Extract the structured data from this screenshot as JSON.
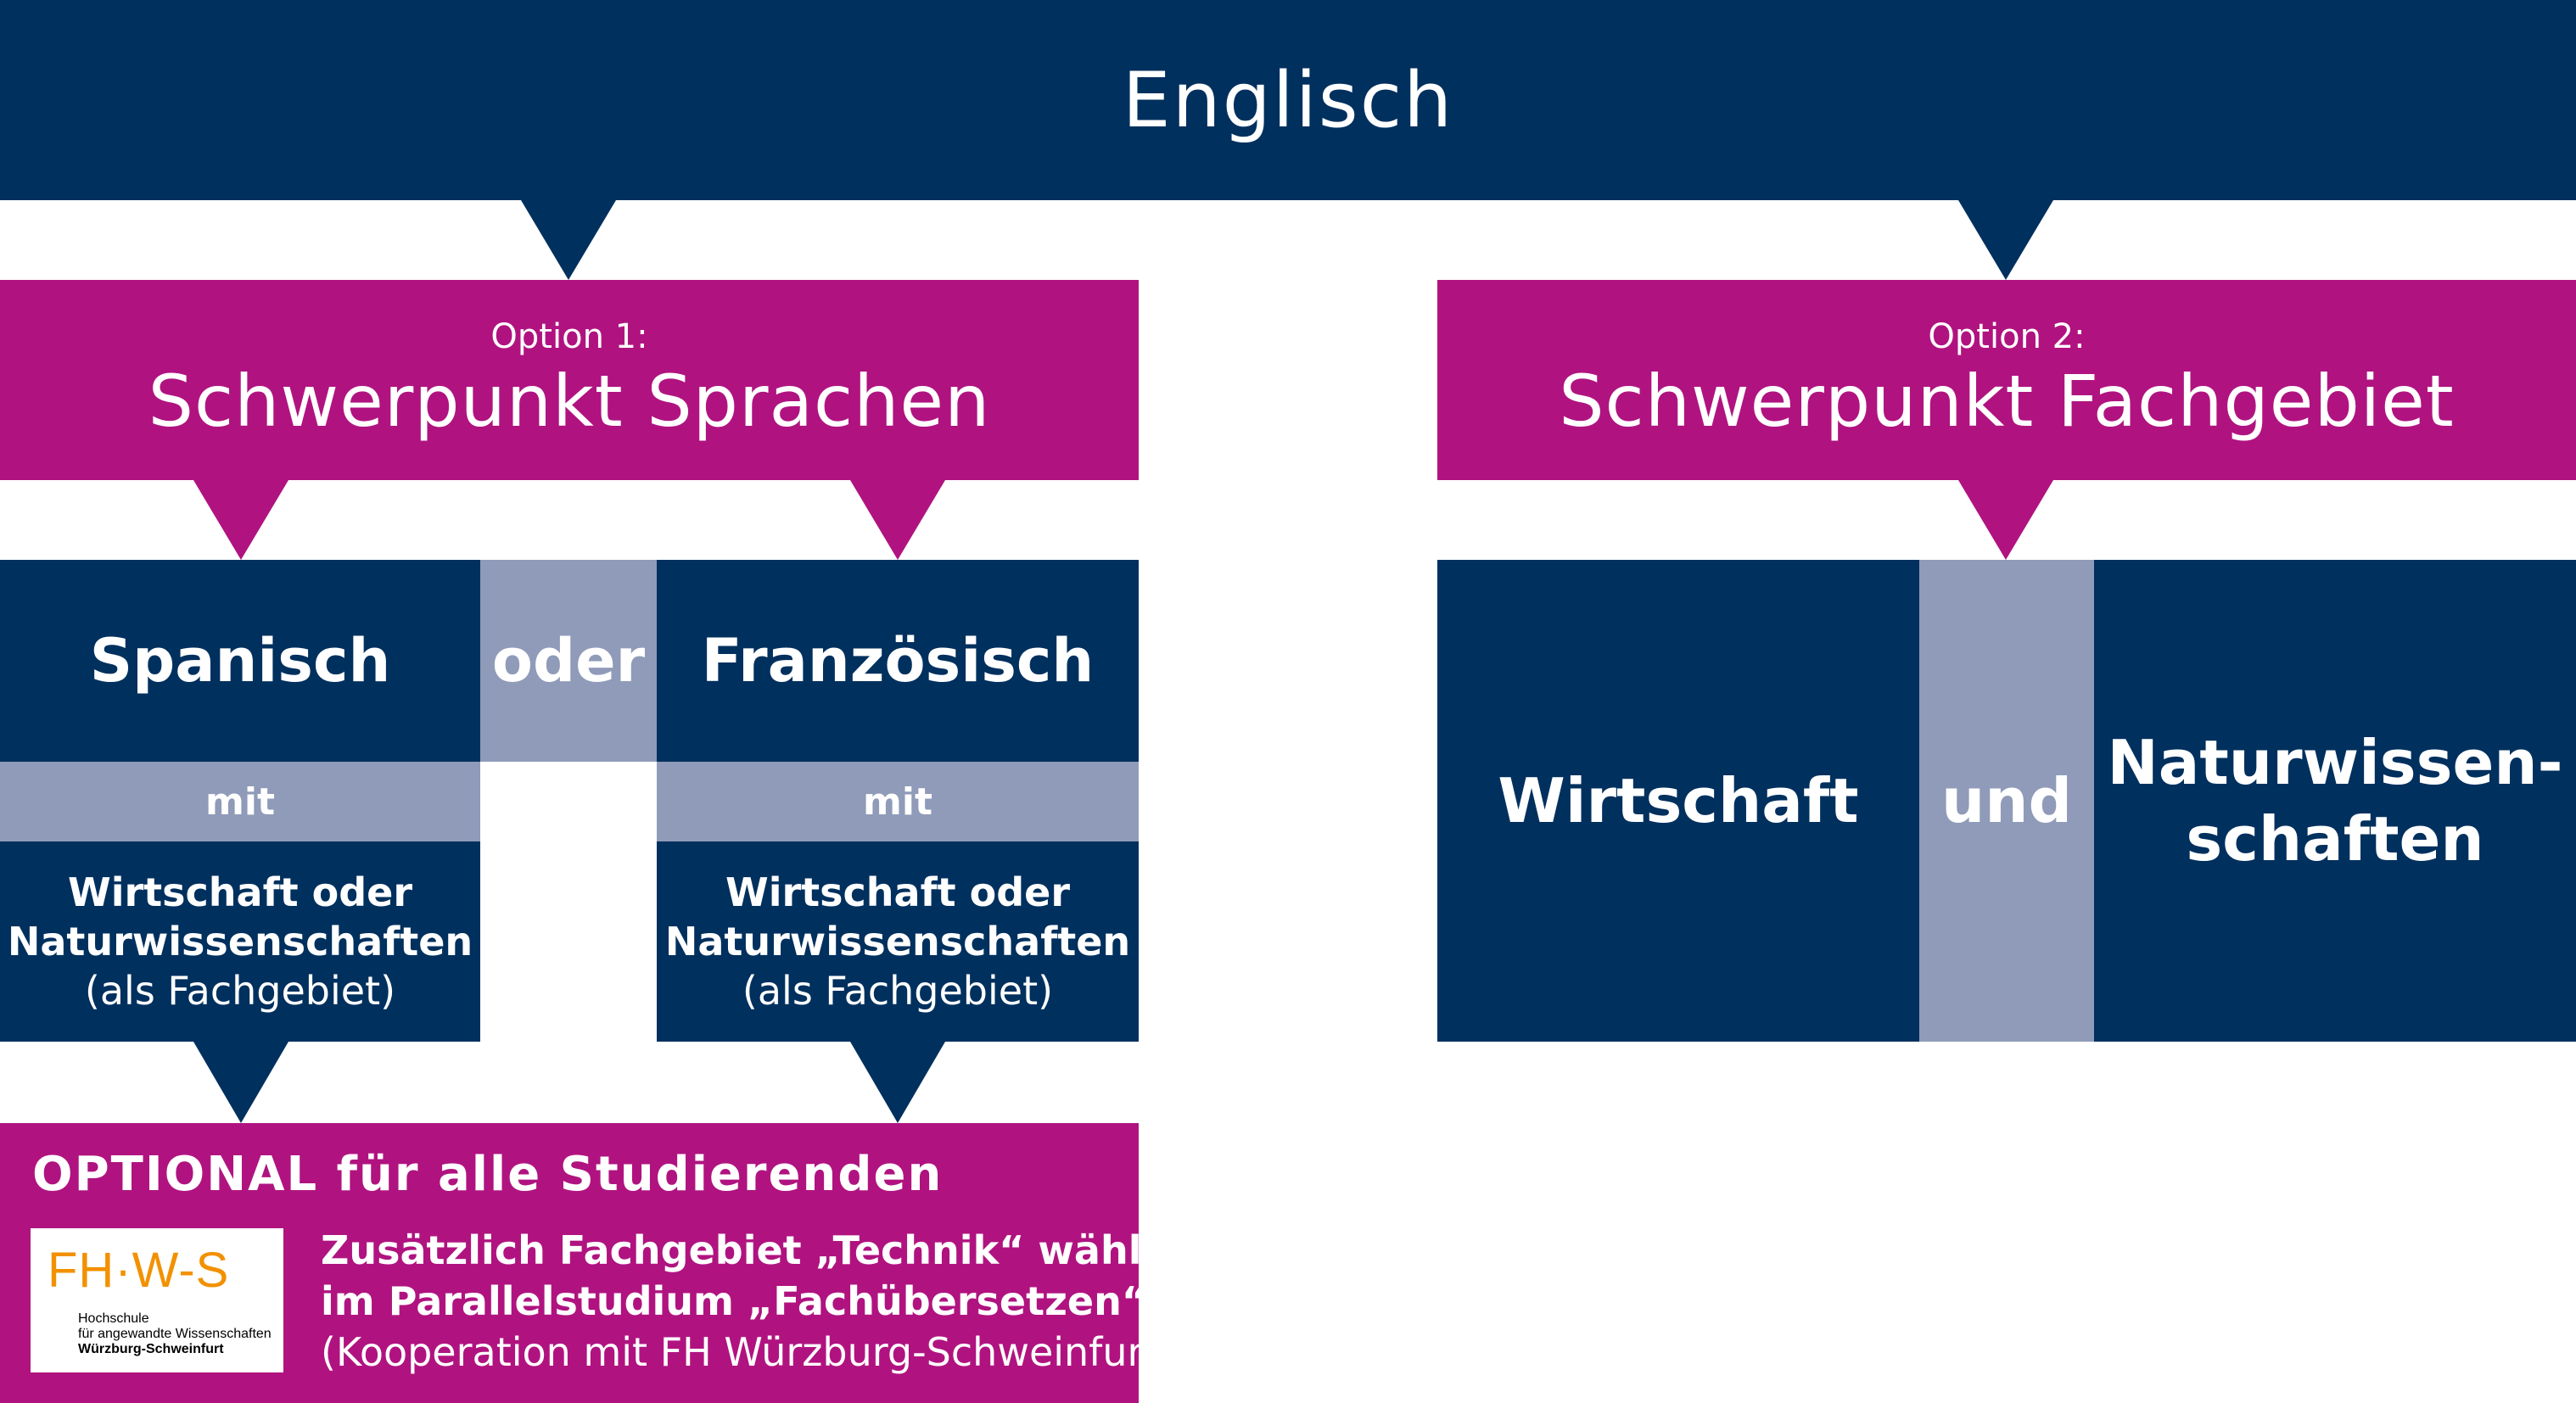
{
  "header": {
    "title": "Englisch"
  },
  "option1": {
    "label": "Option 1:",
    "title": "Schwerpunkt Sprachen",
    "lang_left": "Spanisch",
    "connector": "oder",
    "lang_right": "Französisch",
    "mit_left": "mit",
    "mit_right": "mit",
    "field_left_line1": "Wirtschaft oder",
    "field_left_line2": "Naturwissenschaften",
    "field_left_note": "(als Fachgebiet)",
    "field_right_line1": "Wirtschaft oder",
    "field_right_line2": "Naturwissenschaften",
    "field_right_note": "(als Fachgebiet)"
  },
  "option2": {
    "label": "Option 2:",
    "title": "Schwerpunkt Fachgebiet",
    "field_left": "Wirtschaft",
    "connector": "und",
    "field_right_line1": "Naturwissen-",
    "field_right_line2": "schaften"
  },
  "optional": {
    "title": "OPTIONAL für alle Studierenden",
    "line1": "Zusätzlich Fachgebiet „Technik“ wählbar",
    "line2": "im Parallelstudium „Fachübersetzen“",
    "line3": "(Kooperation mit FH Würzburg-Schweinfurt)"
  },
  "logo": {
    "mark": "FH·W-S",
    "line1": "Hochschule",
    "line2": "für angewandte Wissenschaften",
    "line3": "Würzburg-Schweinfurt"
  },
  "colors": {
    "navy": "#00305e",
    "magenta": "#b01380",
    "grey": "#8f9bb8",
    "logo_orange": "#f29100"
  }
}
